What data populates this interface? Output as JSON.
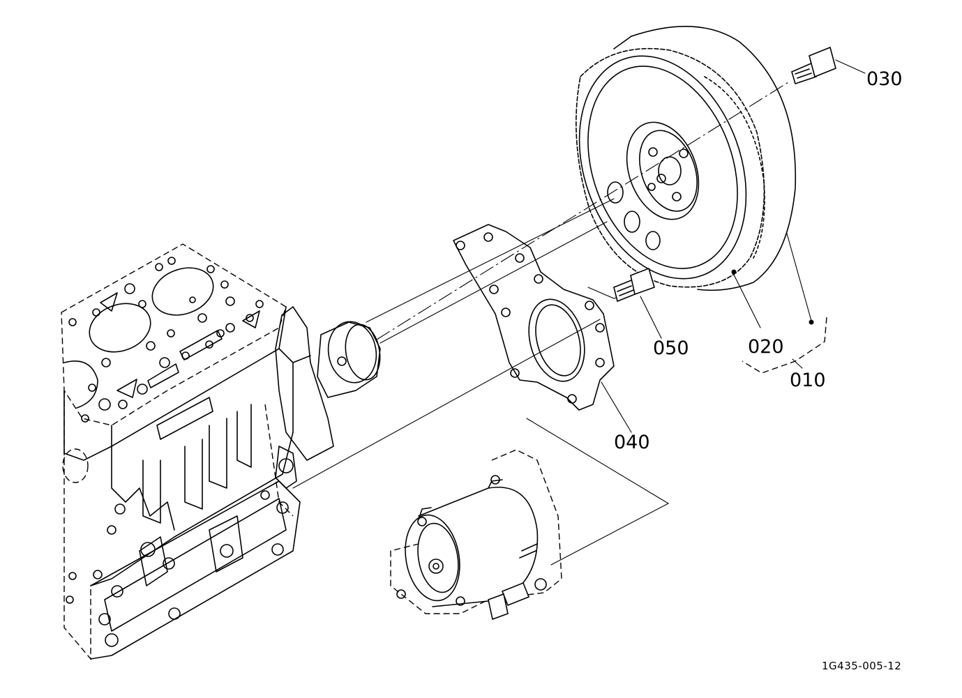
{
  "diagram": {
    "drawing_number": "1G435-005-12",
    "callouts": [
      {
        "id": "p010",
        "label": "010"
      },
      {
        "id": "p020",
        "label": "020"
      },
      {
        "id": "p030",
        "label": "030"
      },
      {
        "id": "p040",
        "label": "040"
      },
      {
        "id": "p050",
        "label": "050"
      }
    ]
  }
}
